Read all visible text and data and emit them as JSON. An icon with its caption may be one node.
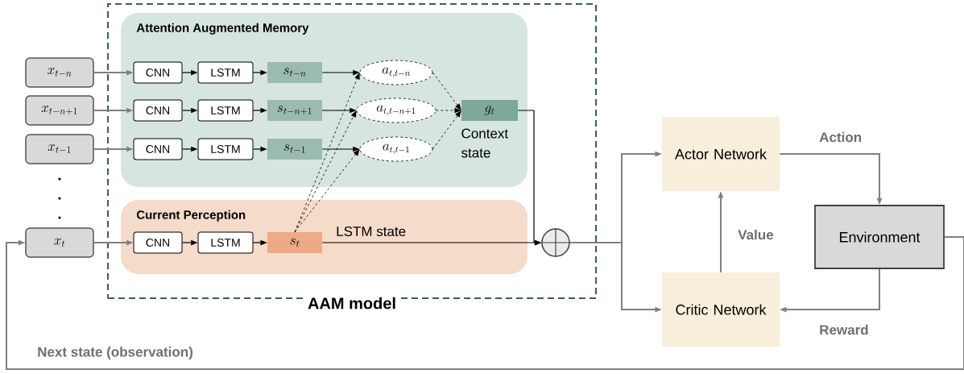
{
  "diagram": {
    "nodes": [
      {
        "text": [
          "AAM model"
        ]
      },
      {
        "text": [
          "Attention Augmented Memory"
        ],
        "in": 0
      },
      {
        "text": [
          "Current Perception"
        ],
        "in": 0
      },
      {
        "text": [
          "x_{t-n}"
        ]
      },
      {
        "text": [
          "x_{t-n+1}"
        ]
      },
      {
        "text": [
          "x_{t-1}"
        ]
      },
      {
        "text": [
          "x_t"
        ]
      },
      {
        "text": [
          "CNN"
        ],
        "in": 1
      },
      {
        "text": [
          "LSTM"
        ],
        "in": 1
      },
      {
        "text": [
          "s_{t-n}"
        ],
        "in": 1
      },
      {
        "text": [
          "CNN"
        ],
        "in": 1
      },
      {
        "text": [
          "LSTM"
        ],
        "in": 1
      },
      {
        "text": [
          "s_{t-n+1}"
        ],
        "in": 1
      },
      {
        "text": [
          "CNN"
        ],
        "in": 1
      },
      {
        "text": [
          "LSTM"
        ],
        "in": 1
      },
      {
        "text": [
          "s_{t-1}"
        ],
        "in": 1
      },
      {
        "text": [
          "CNN"
        ],
        "in": 2
      },
      {
        "text": [
          "LSTM"
        ],
        "in": 2
      },
      {
        "text": [
          "s_t"
        ],
        "in": 2
      },
      {
        "text": [
          "a_{t,t-n}"
        ],
        "in": 1
      },
      {
        "text": [
          "a_{t,t-n+1}"
        ],
        "in": 1
      },
      {
        "text": [
          "a_{t,t-1}"
        ],
        "in": 1
      },
      {
        "text": [
          "g_t"
        ],
        "in": 1,
        "beside": [
          "Context state"
        ]
      },
      {
        "text": [],
        "shape": "circle",
        "in": 0
      },
      {
        "text": [
          "Actor Network"
        ]
      },
      {
        "text": [
          "Critic Network"
        ]
      },
      {
        "text": [
          "Environment"
        ]
      }
    ],
    "edges": [
      {
        "from": 3,
        "to": 7,
        "arrow": "to",
        "color": "#808080"
      },
      {
        "from": 4,
        "to": 10,
        "arrow": "to",
        "color": "#808080"
      },
      {
        "from": 5,
        "to": 13,
        "arrow": "to",
        "color": "#808080"
      },
      {
        "from": 6,
        "to": 16,
        "arrow": "to",
        "color": "#808080"
      },
      {
        "from": 7,
        "to": 8,
        "arrow": "to"
      },
      {
        "from": 8,
        "to": 9,
        "arrow": "to"
      },
      {
        "from": 10,
        "to": 11,
        "arrow": "to"
      },
      {
        "from": 11,
        "to": 12,
        "arrow": "to"
      },
      {
        "from": 13,
        "to": 14,
        "arrow": "to"
      },
      {
        "from": 14,
        "to": 15,
        "arrow": "to"
      },
      {
        "from": 16,
        "to": 17,
        "arrow": "to"
      },
      {
        "from": 17,
        "to": 18,
        "arrow": "to"
      },
      {
        "from": 9,
        "to": 19,
        "arrow": "to"
      },
      {
        "from": 12,
        "to": 20,
        "arrow": "to"
      },
      {
        "from": 15,
        "to": 21,
        "arrow": "to"
      },
      {
        "from": 18,
        "to": 19,
        "arrow": "to",
        "style": "dashed"
      },
      {
        "from": 18,
        "to": 20,
        "arrow": "to",
        "style": "dashed"
      },
      {
        "from": 18,
        "to": 21,
        "arrow": "to",
        "style": "dashed"
      },
      {
        "from": 19,
        "to": 22,
        "arrow": "to",
        "style": "dashed"
      },
      {
        "from": 20,
        "to": 22,
        "arrow": "to",
        "style": "dashed"
      },
      {
        "from": 21,
        "to": 22,
        "arrow": "to",
        "style": "dashed"
      },
      {
        "from": 22,
        "to": 23,
        "arrow": "to"
      },
      {
        "from": 18,
        "to": 23,
        "arrow": "to",
        "label": "LSTM state"
      },
      {
        "from": 23,
        "to": 24,
        "arrow": "to",
        "color": "#808080"
      },
      {
        "from": 23,
        "to": 25,
        "arrow": "to",
        "color": "#808080"
      },
      {
        "from": 24,
        "to": 26,
        "arrow": "to",
        "label": "Action",
        "color": "#808080"
      },
      {
        "from": 25,
        "to": 24,
        "arrow": "to",
        "label": "Value",
        "color": "#808080"
      },
      {
        "from": 26,
        "to": 25,
        "arrow": "to",
        "label": "Reward",
        "color": "#808080"
      },
      {
        "from": 26,
        "to": 6,
        "arrow": "to",
        "label": "Next state (observation)",
        "color": "#808080"
      }
    ]
  }
}
